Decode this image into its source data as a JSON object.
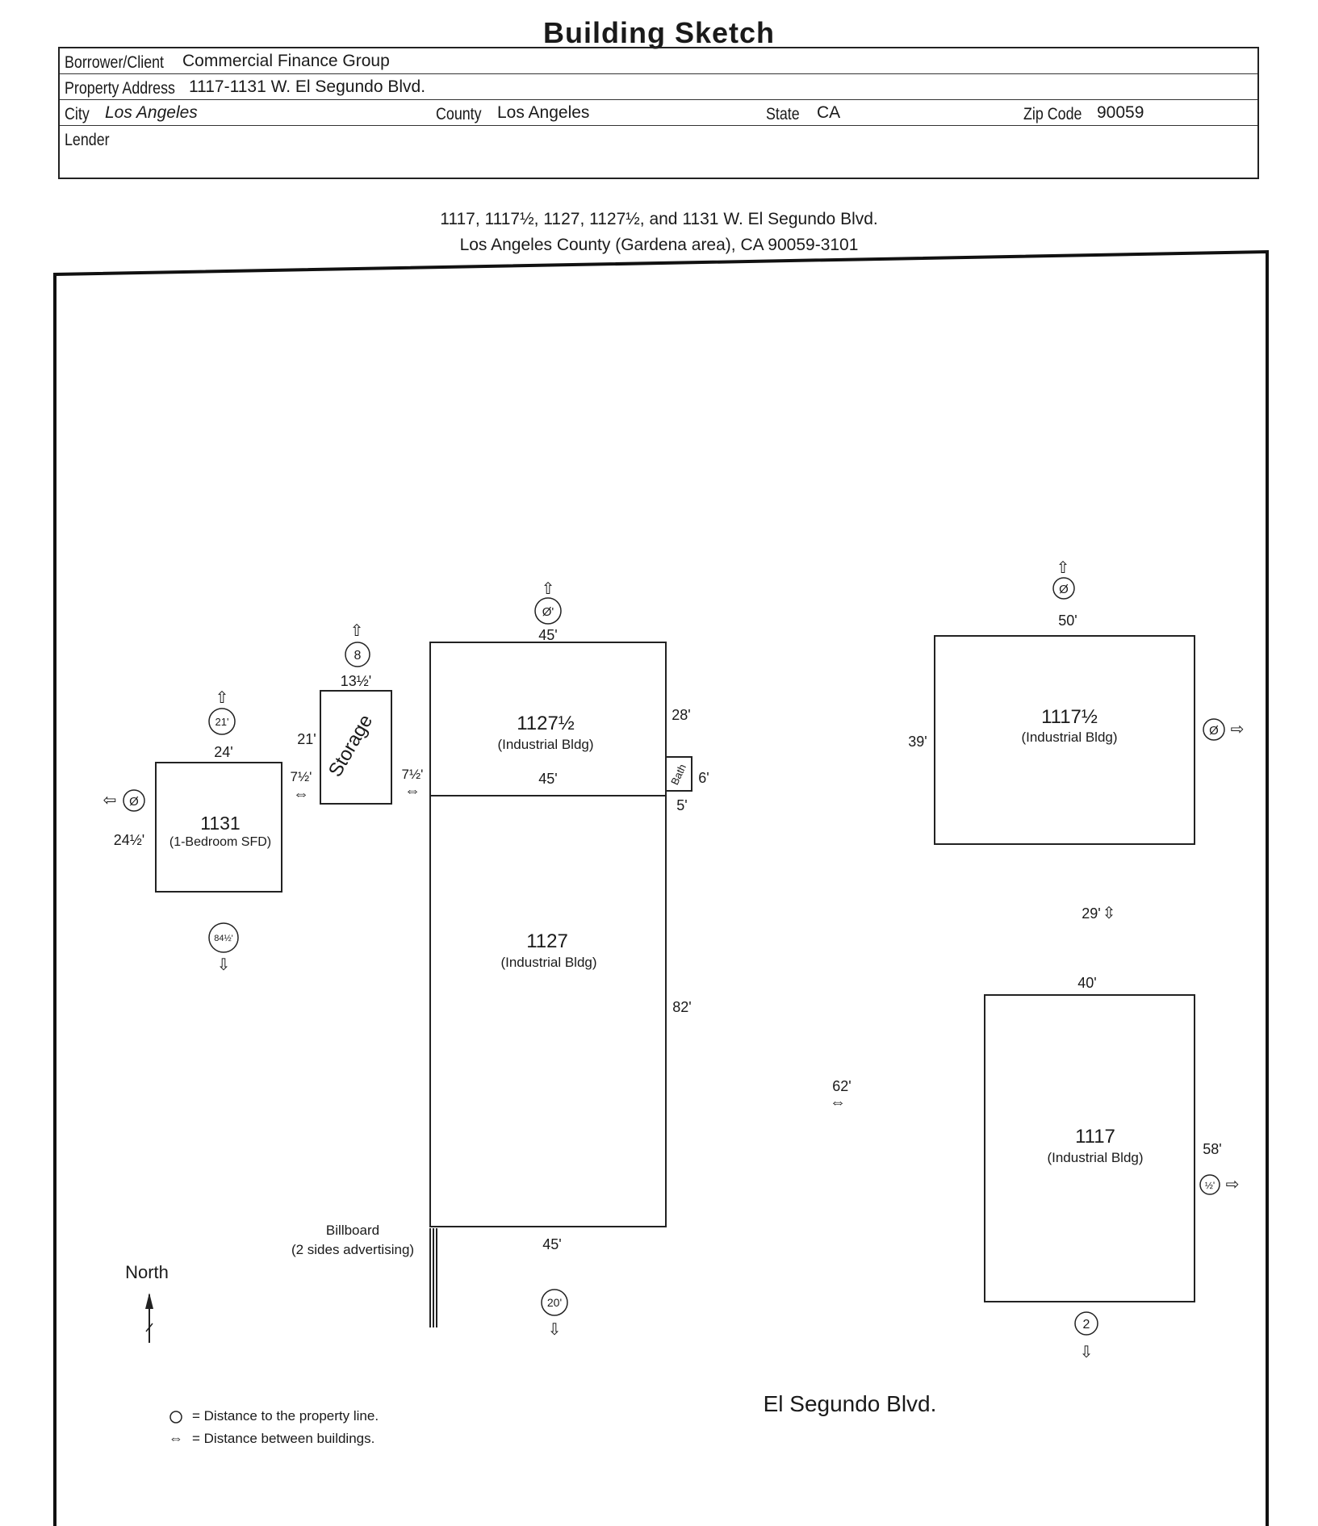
{
  "title": "Building Sketch",
  "header": {
    "borrower_label": "Borrower/Client",
    "borrower_value": "Commercial Finance Group",
    "address_label": "Property Address",
    "address_value": "1117-1131 W. El Segundo Blvd.",
    "city_label": "City",
    "city_value": "Los Angeles",
    "county_label": "County",
    "county_value": "Los Angeles",
    "state_label": "State",
    "state_value": "CA",
    "zip_label": "Zip Code",
    "zip_value": "90059",
    "lender_label": "Lender",
    "lender_value": ""
  },
  "subtitle": {
    "line1": "1117, 1117½, 1127, 1127½, and 1131 W. El Segundo Blvd.",
    "line2": "Los Angeles County (Gardena area), CA  90059-3101"
  },
  "buildings": {
    "b1131": {
      "name": "1131",
      "type": "(1-Bedroom SFD)",
      "top": "24'",
      "side": "24½'",
      "north": "21'",
      "west": "Ø",
      "south": "84½'"
    },
    "storage": {
      "name": "Storage",
      "top": "13½'",
      "side": "21'",
      "north": "8",
      "gap_left": "7½'",
      "gap_right": "7½'"
    },
    "b1127half": {
      "name": "1127½",
      "type": "(Industrial Bldg)",
      "top": "45'",
      "bottom": "45'",
      "side": "28'",
      "north": "Ø'"
    },
    "bath": {
      "name": "Bath",
      "side": "6'",
      "bottom": "5'"
    },
    "b1127": {
      "name": "1127",
      "type": "(Industrial Bldg)",
      "side": "82'",
      "bottom": "45'",
      "south": "20'"
    },
    "b1117half": {
      "name": "1117½",
      "type": "(Industrial Bldg)",
      "top": "50'",
      "side": "39'",
      "north": "Ø",
      "east": "Ø"
    },
    "b1117": {
      "name": "1117",
      "type": "(Industrial Bldg)",
      "top": "40'",
      "side": "58'",
      "east": "½'",
      "south": "2"
    }
  },
  "gaps": {
    "between_1117": "29'",
    "between_1127_1117": "62'"
  },
  "billboard": {
    "line1": "Billboard",
    "line2": "(2 sides advertising)"
  },
  "north_label": "North",
  "street": "El Segundo Blvd.",
  "legend": {
    "circle": "= Distance to the property line.",
    "arrow": "= Distance between buildings."
  }
}
